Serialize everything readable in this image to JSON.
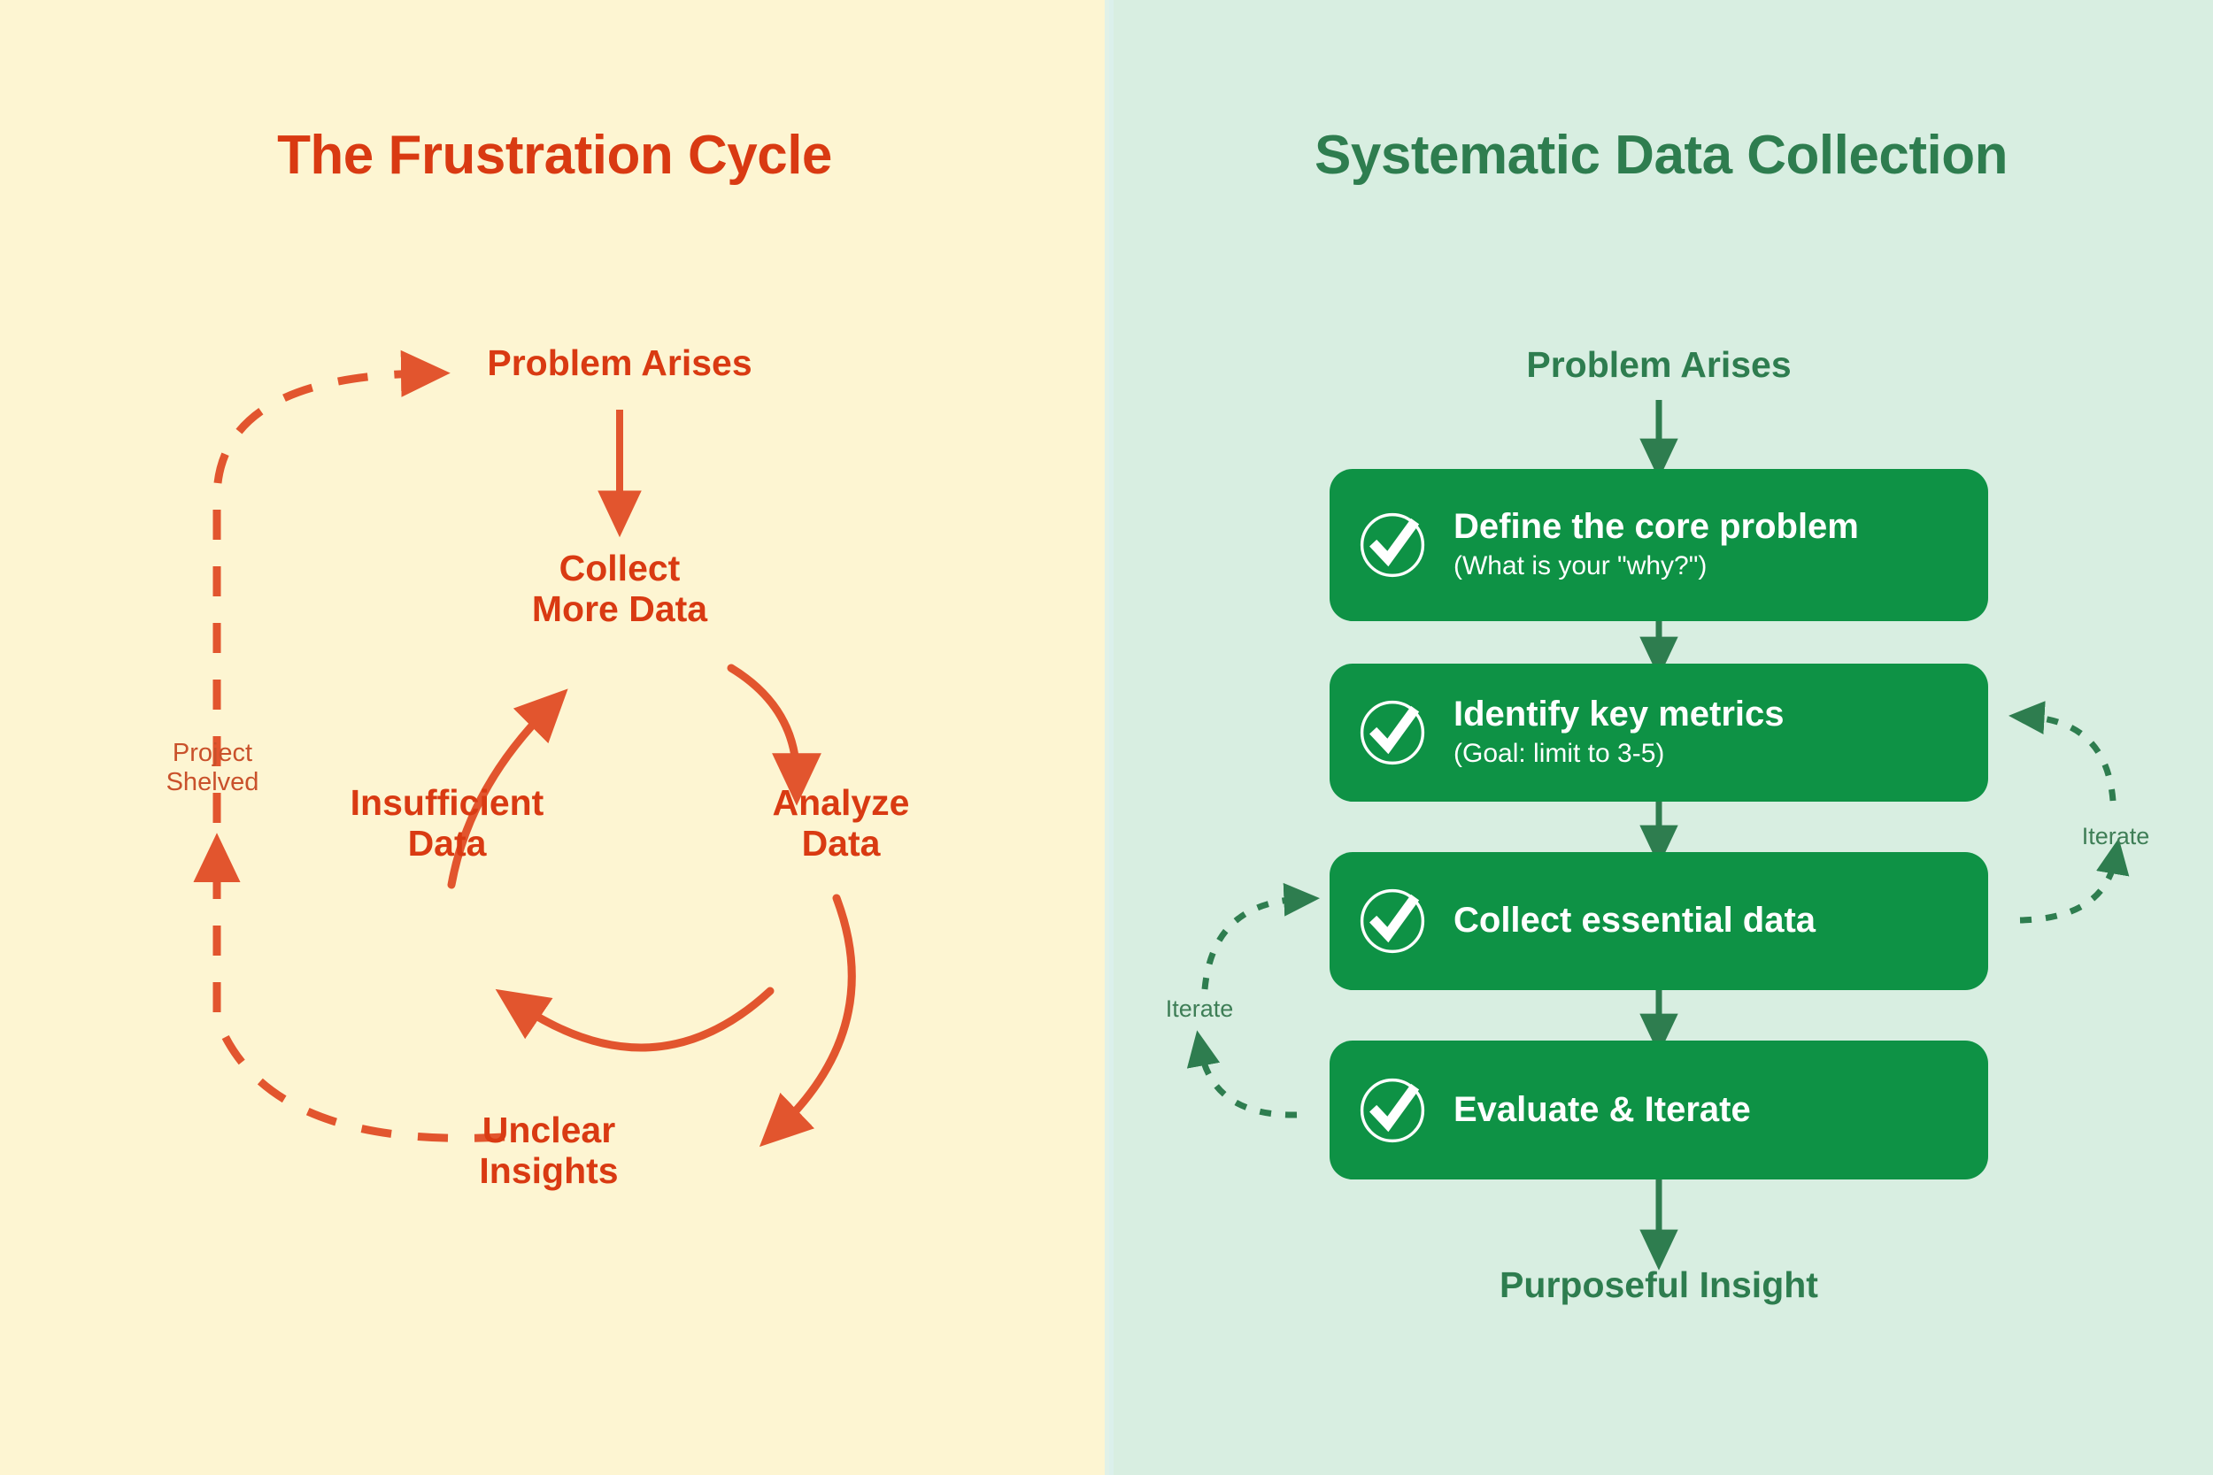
{
  "colors": {
    "left_bg": "#FDF5D2",
    "right_bg": "#D8EEE1",
    "left_accent": "#D93A12",
    "left_arrow": "#E2552E",
    "left_soft_text": "#C9512B",
    "right_accent": "#2E7D4F",
    "right_box": "#0E9245",
    "right_box_text": "#FFFFFF",
    "right_arrow": "#2E7D4F"
  },
  "left_panel": {
    "title": "The Frustration Cycle",
    "nodes": [
      {
        "id": "problem-arises",
        "label": "Problem Arises"
      },
      {
        "id": "collect-more-data",
        "label": "Collect\nMore Data"
      },
      {
        "id": "analyze-data",
        "label": "Analyze\nData"
      },
      {
        "id": "unclear-insights",
        "label": "Unclear\nInsights"
      },
      {
        "id": "insufficient-data",
        "label": "Insufficient\nData"
      }
    ],
    "annotation": "Project\nShelved"
  },
  "right_panel": {
    "title": "Systematic Data Collection",
    "start_label": "Problem Arises",
    "end_label": "Purposeful Insight",
    "iterate_left_label": "Iterate",
    "iterate_right_label": "Iterate",
    "steps": [
      {
        "id": "define-core-problem",
        "title": "Define the core problem",
        "sub": "(What is your \"why?\")"
      },
      {
        "id": "identify-key-metrics",
        "title": "Identify key metrics",
        "sub": "(Goal: limit to 3-5)"
      },
      {
        "id": "collect-essential-data",
        "title": "Collect essential data",
        "sub": ""
      },
      {
        "id": "evaluate-and-iterate",
        "title": "Evaluate & Iterate",
        "sub": ""
      }
    ]
  }
}
